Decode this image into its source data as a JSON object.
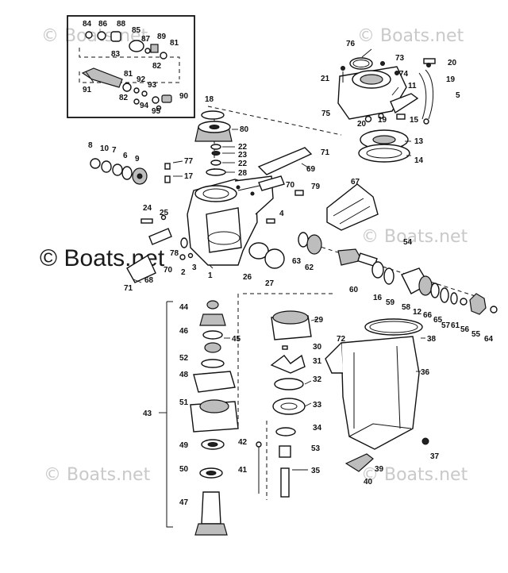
{
  "watermarks": [
    {
      "id": "tl",
      "text": "© Boats.net"
    },
    {
      "id": "tr",
      "text": "© Boats.net"
    },
    {
      "id": "ml",
      "text": "© Boats.net"
    },
    {
      "id": "mr",
      "text": "© Boats.net"
    },
    {
      "id": "bl",
      "text": "© Boats.net"
    },
    {
      "id": "br",
      "text": "© Boats.net"
    }
  ],
  "labels": [
    {
      "id": "84",
      "text": "84"
    },
    {
      "id": "86",
      "text": "86"
    },
    {
      "id": "88",
      "text": "88"
    },
    {
      "id": "85",
      "text": "85"
    },
    {
      "id": "87",
      "text": "87"
    },
    {
      "id": "89",
      "text": "89"
    },
    {
      "id": "81a",
      "text": "81"
    },
    {
      "id": "83",
      "text": "83"
    },
    {
      "id": "82a",
      "text": "82"
    },
    {
      "id": "81b",
      "text": "81"
    },
    {
      "id": "92",
      "text": "92"
    },
    {
      "id": "91",
      "text": "91"
    },
    {
      "id": "93",
      "text": "93"
    },
    {
      "id": "82b",
      "text": "82"
    },
    {
      "id": "90",
      "text": "90"
    },
    {
      "id": "94",
      "text": "94"
    },
    {
      "id": "95",
      "text": "95"
    },
    {
      "id": "76",
      "text": "76"
    },
    {
      "id": "73",
      "text": "73"
    },
    {
      "id": "20a",
      "text": "20"
    },
    {
      "id": "21",
      "text": "21"
    },
    {
      "id": "74",
      "text": "74"
    },
    {
      "id": "19a",
      "text": "19"
    },
    {
      "id": "11",
      "text": "11"
    },
    {
      "id": "5",
      "text": "5"
    },
    {
      "id": "75",
      "text": "75"
    },
    {
      "id": "20b",
      "text": "20"
    },
    {
      "id": "19b",
      "text": "19"
    },
    {
      "id": "15",
      "text": "15"
    },
    {
      "id": "13",
      "text": "13"
    },
    {
      "id": "14",
      "text": "14"
    },
    {
      "id": "18",
      "text": "18"
    },
    {
      "id": "80",
      "text": "80"
    },
    {
      "id": "22a",
      "text": "22"
    },
    {
      "id": "23",
      "text": "23"
    },
    {
      "id": "22b",
      "text": "22"
    },
    {
      "id": "28",
      "text": "28"
    },
    {
      "id": "71a",
      "text": "71"
    },
    {
      "id": "69",
      "text": "69"
    },
    {
      "id": "70a",
      "text": "70"
    },
    {
      "id": "79",
      "text": "79"
    },
    {
      "id": "67",
      "text": "67"
    },
    {
      "id": "8",
      "text": "8"
    },
    {
      "id": "10",
      "text": "10"
    },
    {
      "id": "7",
      "text": "7"
    },
    {
      "id": "6",
      "text": "6"
    },
    {
      "id": "9",
      "text": "9"
    },
    {
      "id": "77",
      "text": "77"
    },
    {
      "id": "17",
      "text": "17"
    },
    {
      "id": "24",
      "text": "24"
    },
    {
      "id": "25",
      "text": "25"
    },
    {
      "id": "4",
      "text": "4"
    },
    {
      "id": "54",
      "text": "54"
    },
    {
      "id": "78",
      "text": "78"
    },
    {
      "id": "70b",
      "text": "70"
    },
    {
      "id": "2",
      "text": "2"
    },
    {
      "id": "3",
      "text": "3"
    },
    {
      "id": "1",
      "text": "1"
    },
    {
      "id": "26",
      "text": "26"
    },
    {
      "id": "27",
      "text": "27"
    },
    {
      "id": "63",
      "text": "63"
    },
    {
      "id": "62",
      "text": "62"
    },
    {
      "id": "71b",
      "text": "71"
    },
    {
      "id": "68",
      "text": "68"
    },
    {
      "id": "60",
      "text": "60"
    },
    {
      "id": "16",
      "text": "16"
    },
    {
      "id": "59",
      "text": "59"
    },
    {
      "id": "58",
      "text": "58"
    },
    {
      "id": "12",
      "text": "12"
    },
    {
      "id": "66",
      "text": "66"
    },
    {
      "id": "65",
      "text": "65"
    },
    {
      "id": "57",
      "text": "57"
    },
    {
      "id": "61",
      "text": "61"
    },
    {
      "id": "56",
      "text": "56"
    },
    {
      "id": "55",
      "text": "55"
    },
    {
      "id": "64",
      "text": "64"
    },
    {
      "id": "44",
      "text": "44"
    },
    {
      "id": "46",
      "text": "46"
    },
    {
      "id": "45",
      "text": "45"
    },
    {
      "id": "52",
      "text": "52"
    },
    {
      "id": "48",
      "text": "48"
    },
    {
      "id": "51",
      "text": "51"
    },
    {
      "id": "43",
      "text": "43"
    },
    {
      "id": "49",
      "text": "49"
    },
    {
      "id": "50",
      "text": "50"
    },
    {
      "id": "47",
      "text": "47"
    },
    {
      "id": "29",
      "text": "29"
    },
    {
      "id": "30",
      "text": "30"
    },
    {
      "id": "31",
      "text": "31"
    },
    {
      "id": "32",
      "text": "32"
    },
    {
      "id": "33",
      "text": "33"
    },
    {
      "id": "34",
      "text": "34"
    },
    {
      "id": "42",
      "text": "42"
    },
    {
      "id": "53",
      "text": "53"
    },
    {
      "id": "41",
      "text": "41"
    },
    {
      "id": "35",
      "text": "35"
    },
    {
      "id": "72",
      "text": "72"
    },
    {
      "id": "38",
      "text": "38"
    },
    {
      "id": "36",
      "text": "36"
    },
    {
      "id": "37",
      "text": "37"
    },
    {
      "id": "39",
      "text": "39"
    },
    {
      "id": "40",
      "text": "40"
    }
  ]
}
